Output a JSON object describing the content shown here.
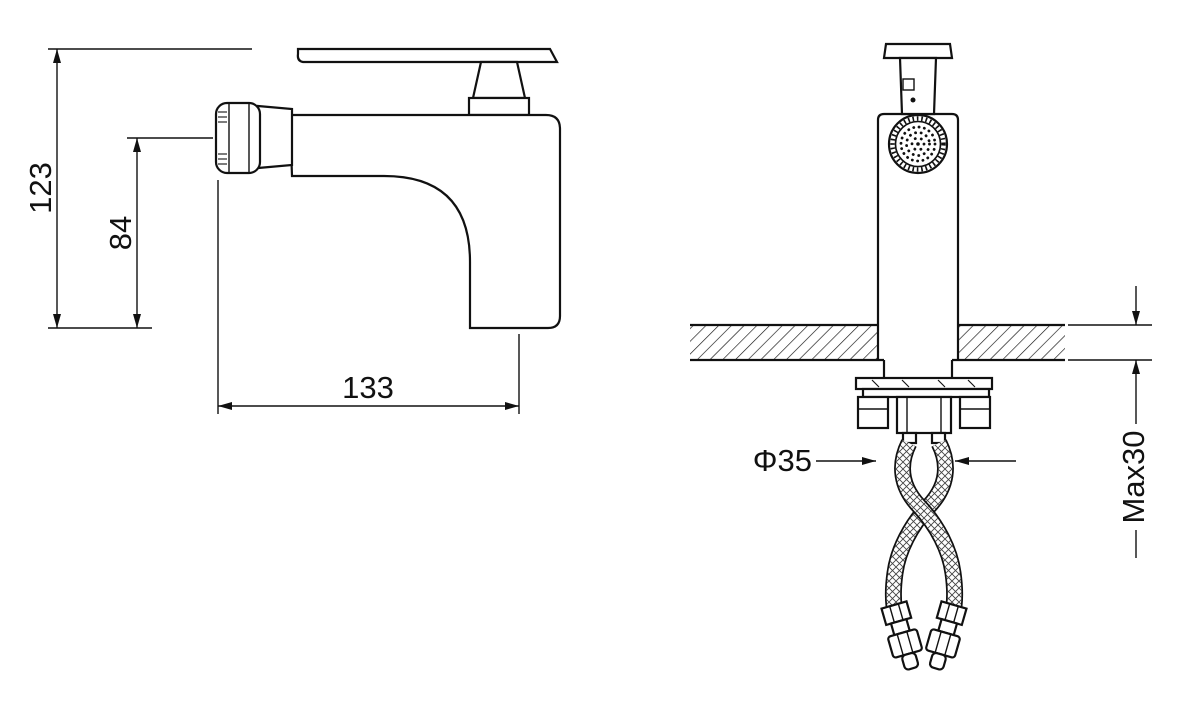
{
  "page": {
    "background": "#ffffff"
  },
  "drawing": {
    "line_color": "#111111",
    "hatch_style": "diagonal-45",
    "dimensions": {
      "overall_height": "123",
      "spout_axis_height": "84",
      "overall_length": "133",
      "mounting_hole_diameter": "Φ35",
      "max_deck_thickness": "Max30"
    }
  }
}
